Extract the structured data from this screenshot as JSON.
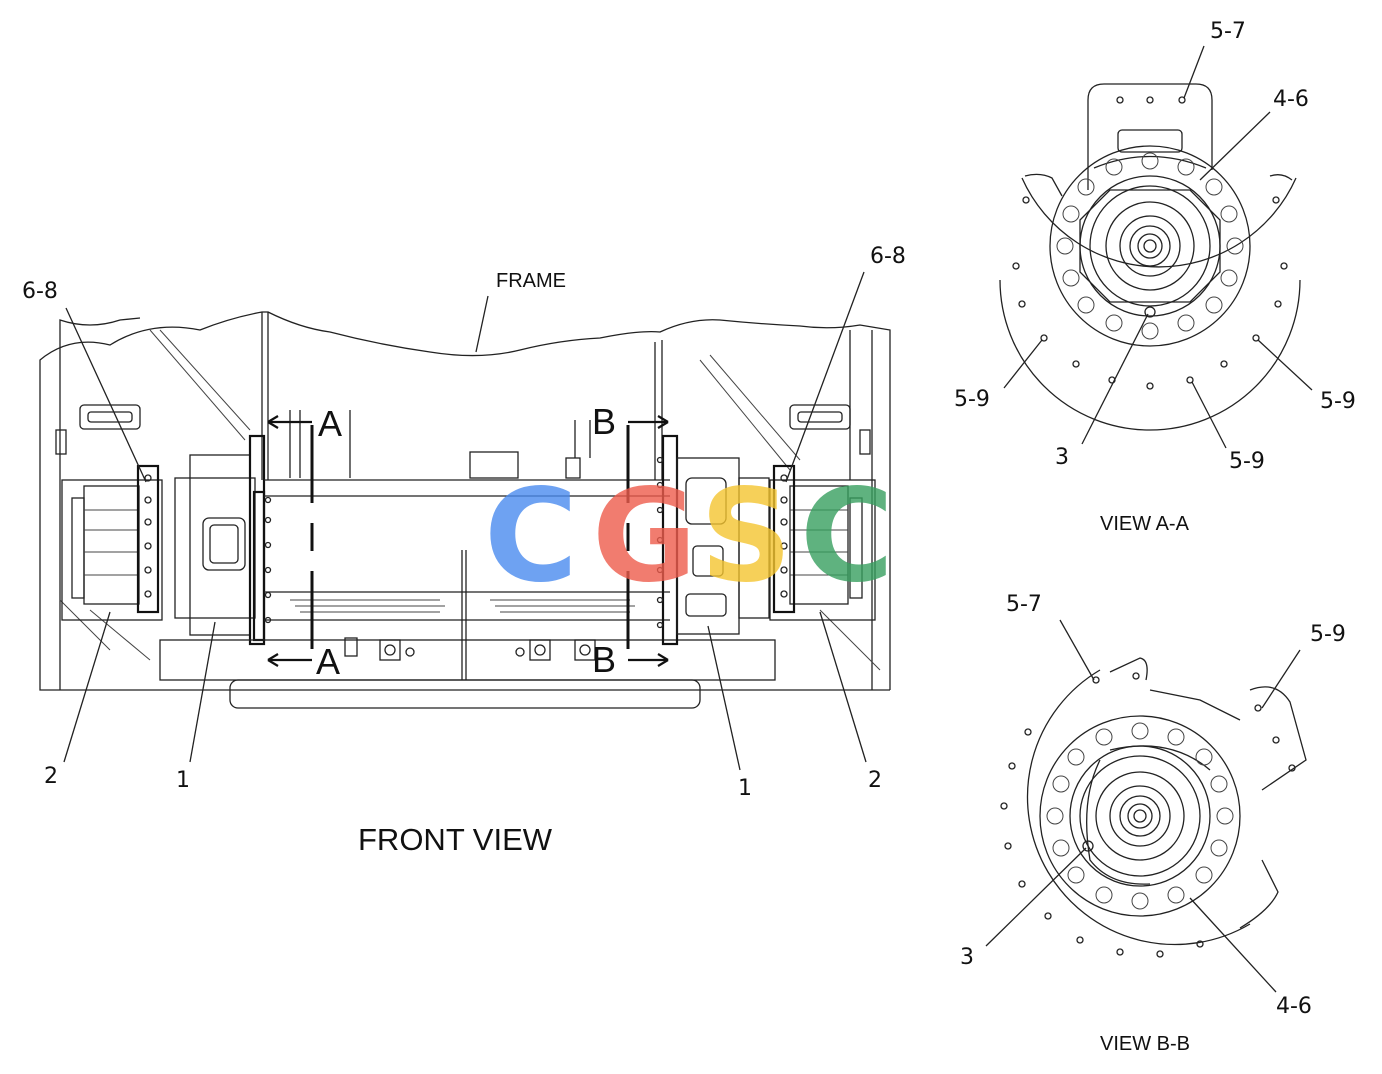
{
  "front_view": {
    "frame_label": "FRAME",
    "caption": "FRONT VIEW",
    "section_a_top": "A",
    "section_a_bottom": "A",
    "section_b_top": "B",
    "section_b_bottom": "B",
    "callouts": {
      "left_6_8": "6-8",
      "right_6_8": "6-8",
      "left_2": "2",
      "right_2": "2",
      "left_1": "1",
      "right_1": "1"
    }
  },
  "view_aa": {
    "caption": "VIEW A-A",
    "callouts": {
      "top_5_7": "5-7",
      "top_4_6": "4-6",
      "left_5_9": "5-9",
      "right_5_9": "5-9",
      "center_3": "3",
      "bottom_5_9": "5-9"
    }
  },
  "view_bb": {
    "caption": "VIEW B-B",
    "callouts": {
      "top_5_7": "5-7",
      "top_5_9": "5-9",
      "left_3": "3",
      "bottom_4_6": "4-6"
    }
  },
  "watermark": {
    "letters": [
      "C",
      "G",
      "S",
      "C"
    ],
    "colors": [
      "#4a8cf0",
      "#ee5c4c",
      "#f5c530",
      "#38a060"
    ]
  }
}
